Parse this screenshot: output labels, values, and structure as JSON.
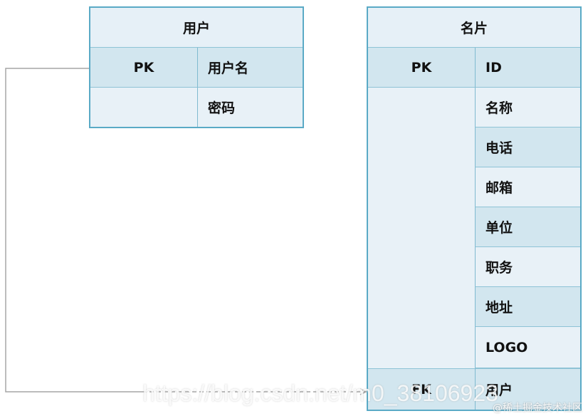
{
  "user_table": {
    "title": "用户",
    "rows": [
      {
        "key": "PK",
        "field": "用户名"
      },
      {
        "key": "",
        "field": "密码"
      }
    ]
  },
  "card_table": {
    "title": "名片",
    "pk_label": "PK",
    "pk_field": "ID",
    "fields": [
      "名称",
      "电话",
      "邮箱",
      "单位",
      "职务",
      "地址",
      "LOGO"
    ],
    "fk_label": "FK",
    "fk_field": "用户"
  },
  "watermark": {
    "url": "https://blog.csdn.net/m0_38106923",
    "site": "@稀土掘金技术社区"
  },
  "colors": {
    "border": "#5aaac6",
    "header_bg": "#e6f0f7",
    "dark_row": "#d2e6ef",
    "light_row": "#e8f1f7",
    "connector": "#a6a6a6"
  }
}
